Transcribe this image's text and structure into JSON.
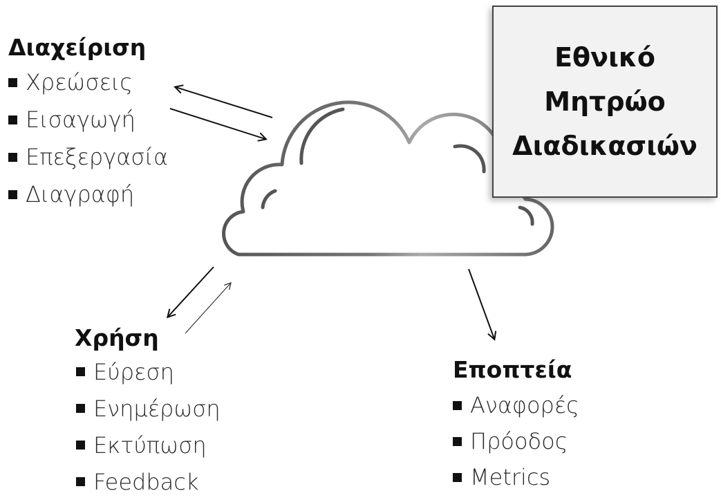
{
  "registry": {
    "lines": [
      "Εθνικό",
      "Μητρώο",
      "Διαδικασιών"
    ]
  },
  "groups": {
    "management": {
      "title": "Διαχείριση",
      "items": [
        "Χρεώσεις",
        "Εισαγωγή",
        "Επεξεργασία",
        "Διαγραφή"
      ]
    },
    "usage": {
      "title": "Χρήση",
      "items": [
        "Εύρεση",
        "Ενημέρωση",
        "Εκτύπωση",
        "Feedback"
      ]
    },
    "monitoring": {
      "title": "Εποπτεία",
      "items": [
        "Αναφορές",
        "Πρόοδος",
        "Metrics"
      ]
    }
  }
}
